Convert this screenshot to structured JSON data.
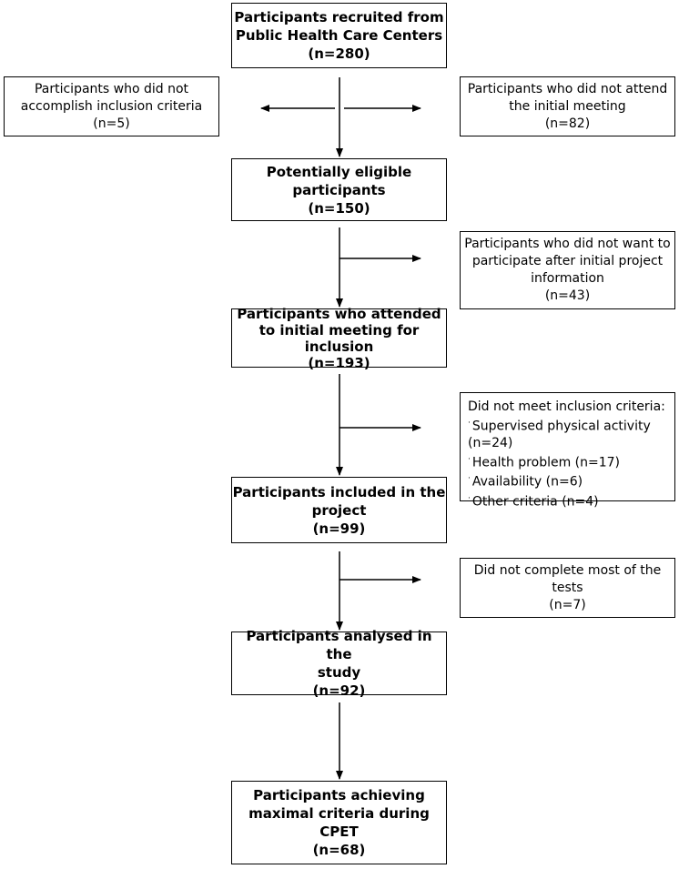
{
  "main_boxes": [
    {
      "id": "recruited",
      "lines": [
        "Participants recruited from",
        "Public Health Care Centers",
        "(n=280)"
      ]
    },
    {
      "id": "eligible",
      "lines": [
        "Potentially eligible",
        "participants",
        "(n=150)"
      ]
    },
    {
      "id": "attended",
      "lines": [
        "Participants who attended",
        "to initial  meeting for",
        "inclusion",
        "(n=193)"
      ]
    },
    {
      "id": "included",
      "lines": [
        "Participants included  in the",
        "project",
        "(n=99)"
      ]
    },
    {
      "id": "analysed",
      "lines": [
        "Participants  analysed in the",
        "study",
        "(n=92)"
      ]
    },
    {
      "id": "achieving",
      "lines": [
        "Participants achieving",
        "maximal  criteria during",
        "CPET",
        "(n=68)"
      ]
    }
  ],
  "side_boxes": [
    {
      "id": "no-criteria",
      "lines": [
        "Participants who did not",
        "accomplish inclusion criteria",
        "(n=5)"
      ]
    },
    {
      "id": "no-attend",
      "lines": [
        "Participants who did not attend",
        "the initial  meeting",
        "(n=82)"
      ]
    },
    {
      "id": "no-want",
      "lines": [
        "Participants who did not want to",
        "participate after initial project",
        "information",
        "(n=43)"
      ]
    },
    {
      "id": "not-meet",
      "title": "Did not meet inclusion criteria:",
      "items": [
        "Supervised physical activity",
        "(n=24)",
        "Health problem  (n=17)",
        "Availability  (n=6)",
        "Other criteria  (n=4)"
      ]
    },
    {
      "id": "not-complete",
      "lines": [
        "Did not complete most of the",
        "tests",
        "(n=7)"
      ]
    }
  ],
  "bullet_char": "·"
}
